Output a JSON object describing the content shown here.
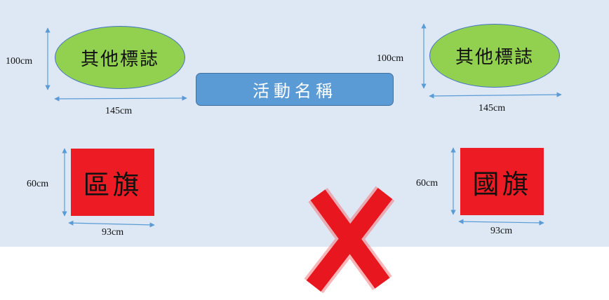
{
  "colors": {
    "panel_bg": "#dde8f4",
    "ellipse_fill": "#92d050",
    "ellipse_border": "#4472c4",
    "event_bar_fill": "#5b9bd5",
    "flag_fill": "#ed1c24",
    "dimension_line": "#5b9bd5",
    "cross_mark": "#e8161f"
  },
  "left": {
    "logo_label": "其他標誌",
    "logo_height": "100cm",
    "logo_width": "145cm",
    "flag_label": "區旗",
    "flag_height": "60cm",
    "flag_width": "93cm"
  },
  "center": {
    "event_label": "活動名稱",
    "mark": "cross-mark-icon"
  },
  "right": {
    "logo_label": "其他標誌",
    "logo_height": "100cm",
    "logo_width": "145cm",
    "flag_label": "國旗",
    "flag_height": "60cm",
    "flag_width": "93cm"
  }
}
